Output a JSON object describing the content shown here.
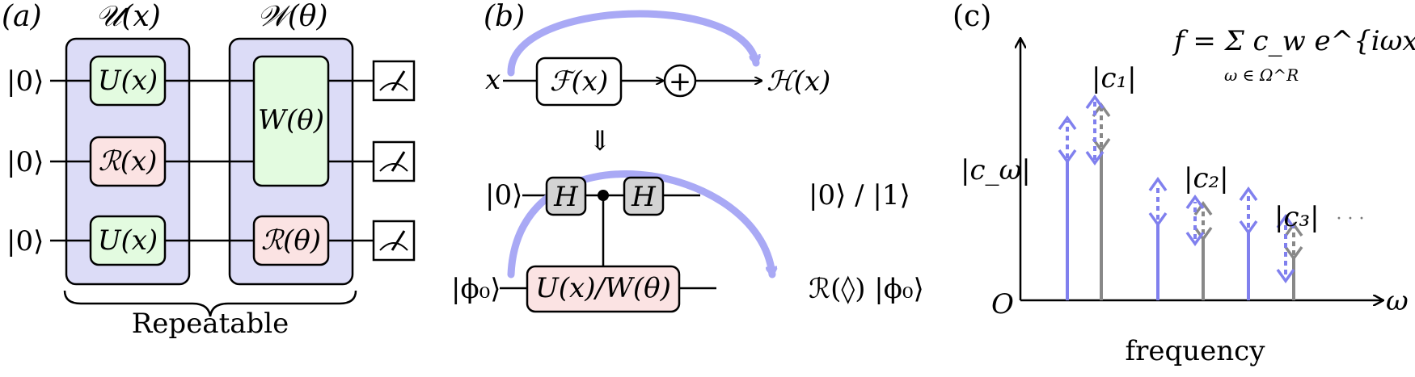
{
  "panel_a": {
    "label": "(a)",
    "block1_title": "𝒰(x)",
    "block2_title": "𝒲(θ)",
    "inputs": [
      "|0⟩",
      "|0⟩",
      "|0⟩"
    ],
    "gates": {
      "u1": "U(x)",
      "r1": "ℛ(x)",
      "u2": "U(x)",
      "w": "W(θ)",
      "rtheta": "ℛ(θ)"
    },
    "brace_label": "Repeatable"
  },
  "panel_b": {
    "label": "(b)",
    "input": "x",
    "f_gate": "ℱ(x)",
    "plus": "+",
    "output": "ℋ(x)",
    "implies": "⇓",
    "top_in": "|0⟩",
    "h1": "H",
    "h2": "H",
    "top_out": "|0⟩ / |1⟩",
    "bot_in": "|ϕ₀⟩",
    "big_gate": "U(x)/W(θ)",
    "bot_out": "ℛ(◊) |ϕ₀⟩"
  },
  "panel_c": {
    "label": "(c)",
    "ylabel": "|c_ω|",
    "xlabel": "frequency",
    "origin": "O",
    "x_axis_symbol": "ω",
    "formula": "f = Σ c_w e^{iωx}",
    "formula_sub": "ω ∈ Ω^R",
    "ellipsis": "· · ·",
    "coeff_labels": [
      "|c₁|",
      "|c₂|",
      "|c₃|"
    ],
    "colors": {
      "blue": "#8080ee",
      "gray": "#888888"
    }
  }
}
